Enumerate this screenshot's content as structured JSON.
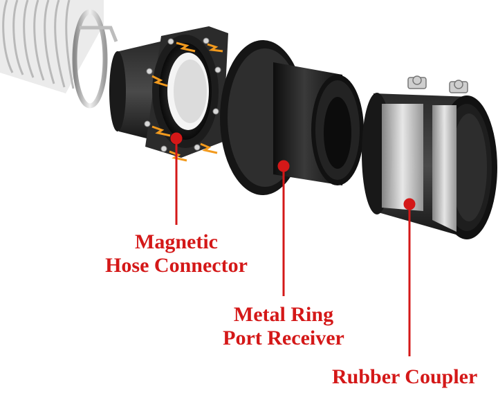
{
  "labels": {
    "magnetic": {
      "line1": "Magnetic",
      "line2": "Hose Connector"
    },
    "metal": {
      "line1": "Metal Ring",
      "line2": "Port Receiver"
    },
    "rubber": {
      "line1": "Rubber Coupler"
    }
  },
  "colors": {
    "label_red": "#d41818",
    "part_black": "#1c1c1c",
    "clamp_steel": "#c9c9c9",
    "magnet_silver": "#d8d8d8",
    "spark_orange": "#f29a1e"
  }
}
